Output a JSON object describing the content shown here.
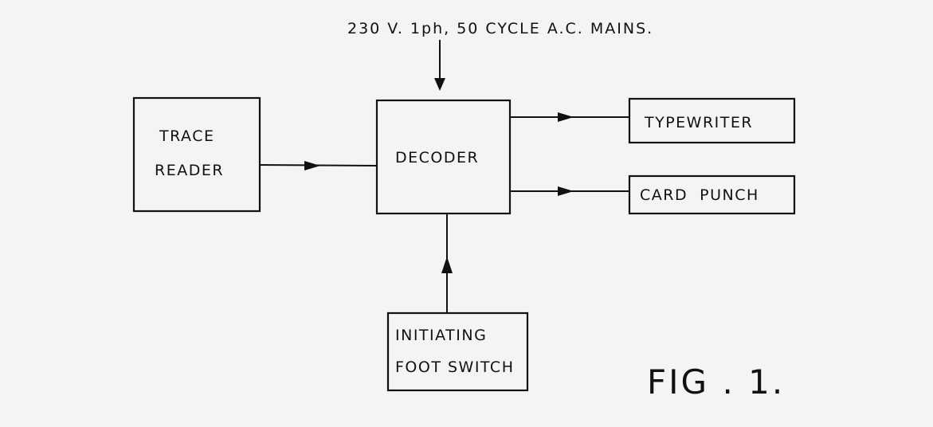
{
  "diagram": {
    "power_label": "230 V. 1ph, 50 CYCLE   A.C. MAINS.",
    "trace_reader": {
      "line1": "TRACE",
      "line2": "READER"
    },
    "decoder": "DECODER",
    "typewriter": "TYPEWRITER",
    "card_punch": "CARD  PUNCH",
    "foot_switch": {
      "line1": "INITIATING",
      "line2": "FOOT SWITCH"
    },
    "figure_label": "FIG . 1."
  }
}
